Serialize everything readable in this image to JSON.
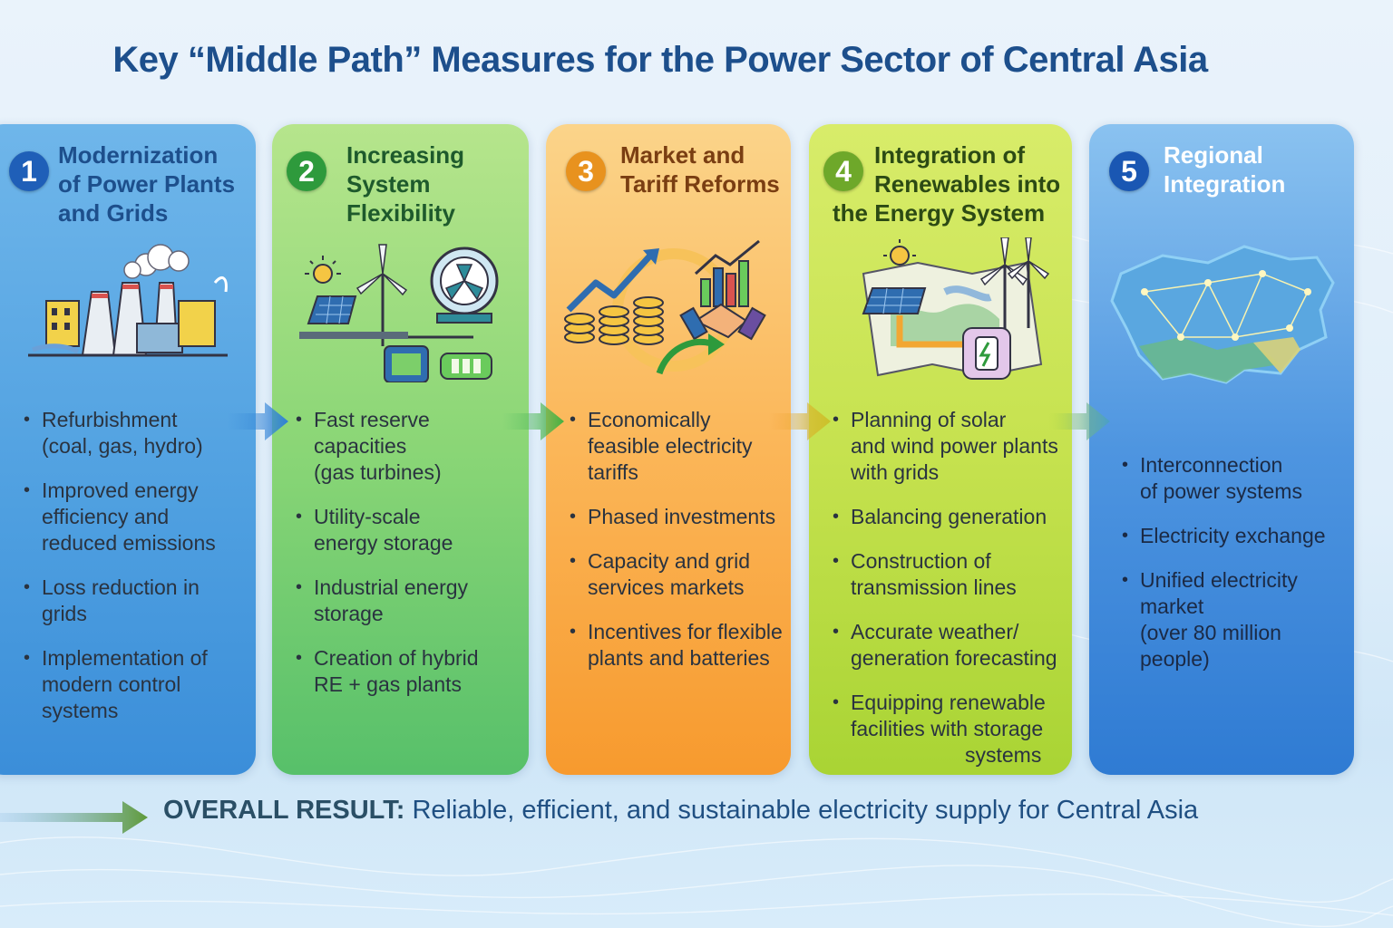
{
  "title": "Key “Middle Path” Measures for the Power Sector of Central Asia",
  "cards": [
    {
      "number": "1",
      "title_lines": [
        "Modernization",
        "of Power Plants",
        "and Grids"
      ],
      "icon": "power-plant-icon",
      "bullets": [
        [
          "Refurbishment",
          "(coal, gas, hydro)"
        ],
        [
          "Improved energy",
          "efficiency and",
          "reduced emissions"
        ],
        [
          "Loss reduction in grids"
        ],
        [
          "Implementation of",
          "modern control",
          "systems"
        ]
      ]
    },
    {
      "number": "2",
      "title_lines": [
        "Increasing",
        "System",
        "Flexibility"
      ],
      "icon": "flexibility-icon",
      "bullets": [
        [
          "Fast reserve",
          "capacities",
          "(gas turbines)"
        ],
        [
          "Utility-scale",
          "energy storage"
        ],
        [
          "Industrial energy",
          "storage"
        ],
        [
          "Creation of hybrid",
          "RE + gas plants"
        ]
      ]
    },
    {
      "number": "3",
      "title_lines": [
        "Market and",
        "Tariff Reforms"
      ],
      "icon": "market-icon",
      "bullets": [
        [
          "Economically",
          "feasible electricity",
          "tariffs"
        ],
        [
          "Phased investments"
        ],
        [
          "Capacity and grid",
          "services markets"
        ],
        [
          "Incentives for flexible",
          "plants and batteries"
        ]
      ]
    },
    {
      "number": "4",
      "title_lines": [
        "Integration of",
        "Renewables into",
        "the Energy System"
      ],
      "icon": "renewables-map-icon",
      "bullets": [
        [
          "Planning of solar",
          "and wind power plants",
          "with grids"
        ],
        [
          "Balancing generation"
        ],
        [
          "Construction of",
          "transmission lines"
        ],
        [
          "Accurate weather/",
          "generation forecasting"
        ],
        [
          "Equipping renewable",
          "facilities with storage",
          "systems"
        ]
      ]
    },
    {
      "number": "5",
      "title_lines": [
        "Regional",
        "Integration"
      ],
      "icon": "central-asia-map-icon",
      "bullets": [
        [
          "Interconnection",
          "of power systems"
        ],
        [
          "Electricity exchange"
        ],
        [
          "Unified electricity",
          "market",
          "(over 80 million",
          "people)"
        ]
      ]
    }
  ],
  "overall": {
    "label": "OVERALL RESULT:",
    "text": "Reliable, efficient, and sustainable electricity supply for Central Asia"
  },
  "colors": {
    "title": "#1d4f8c",
    "badge1": "#1f5fb8",
    "badge2": "#2e9a3c",
    "badge3": "#e8921e",
    "badge4": "#6ea82a",
    "badge5": "#1a57b3"
  }
}
